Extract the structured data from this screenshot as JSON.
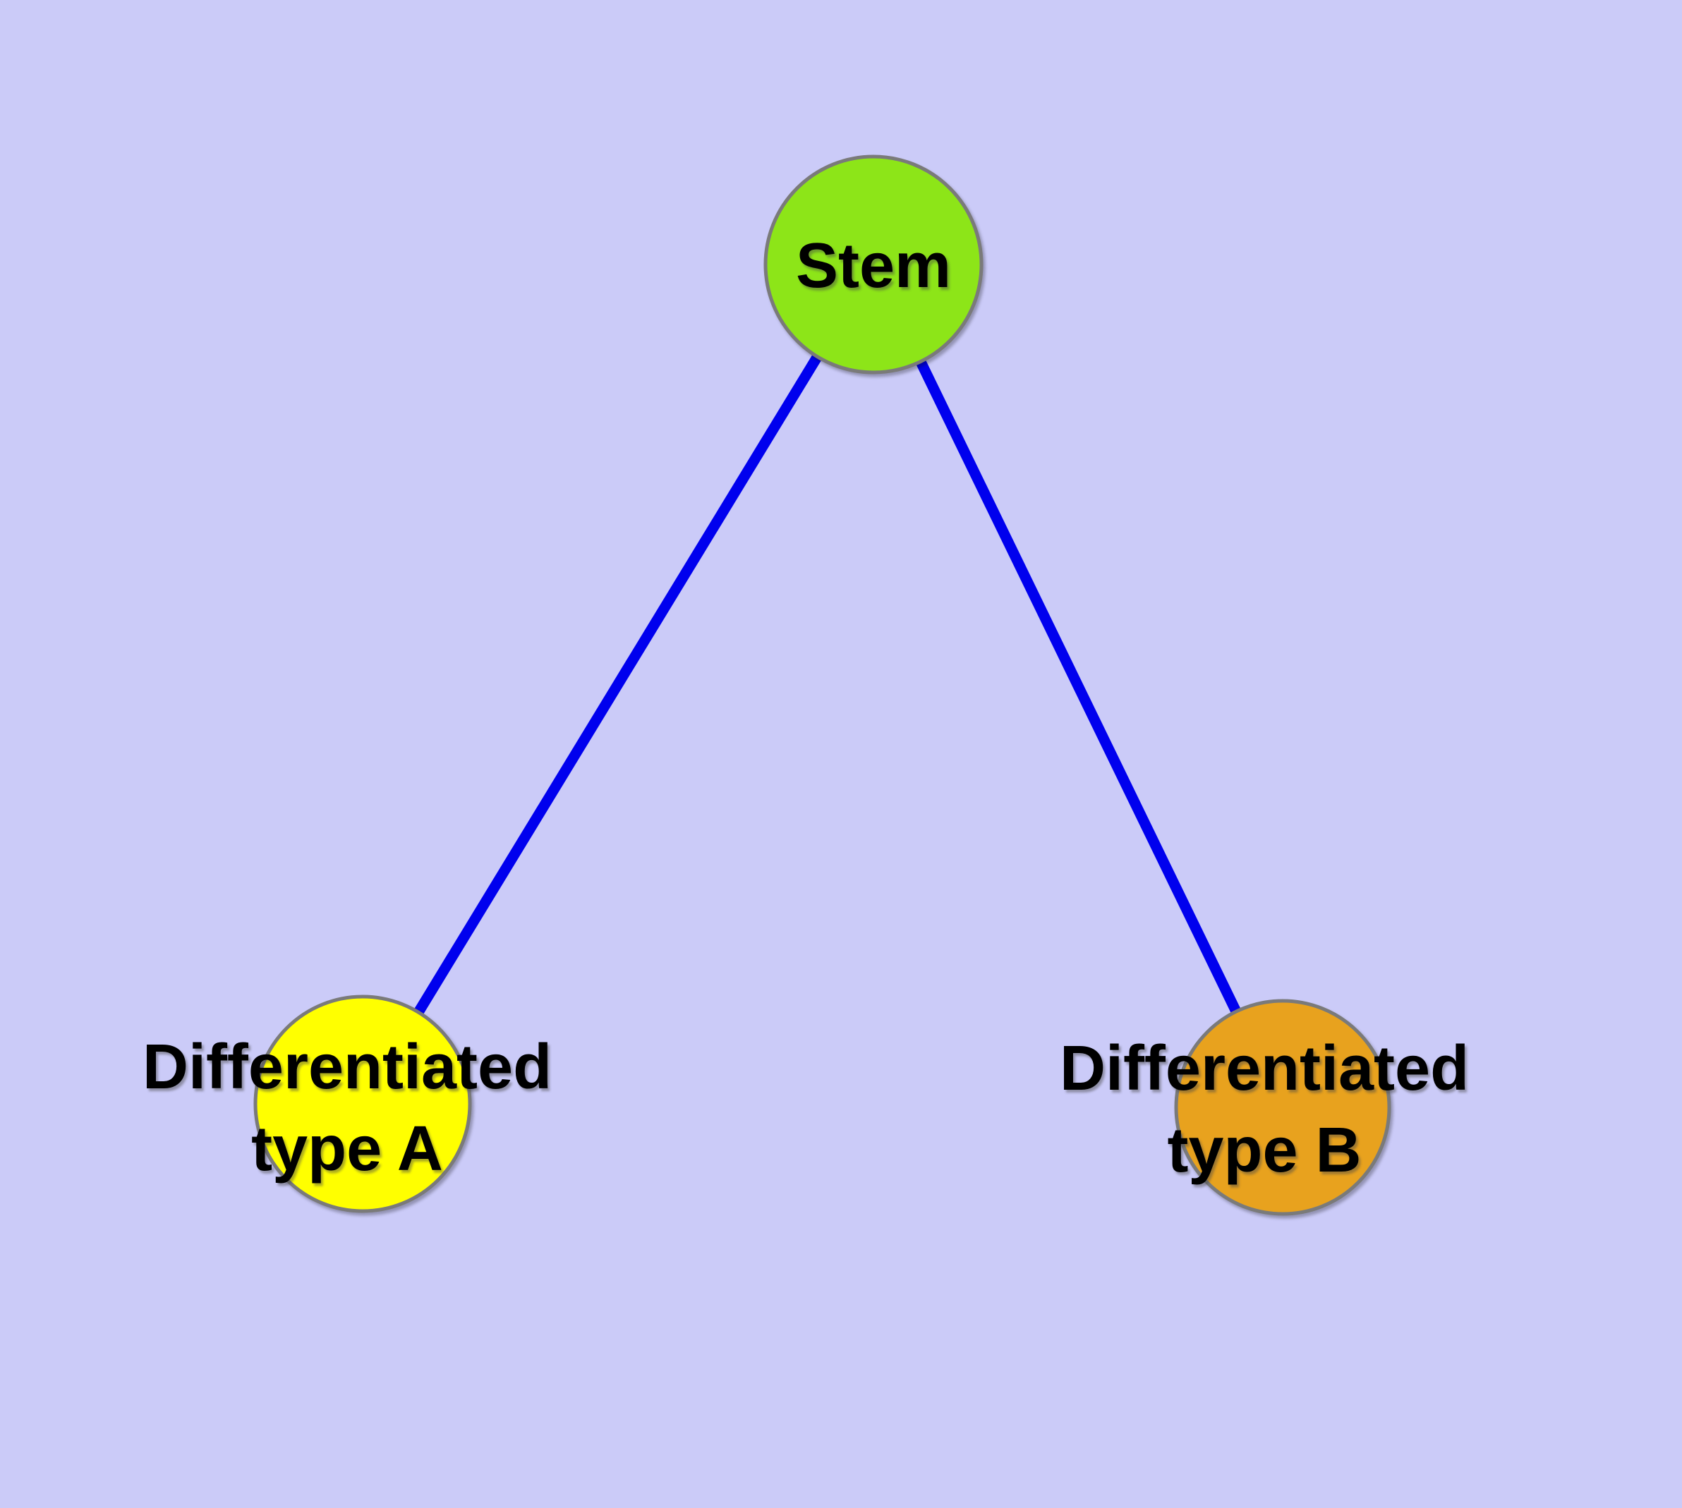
{
  "colors": {
    "background": "#CBCBF8",
    "edge": "#0000EE",
    "node_border": "#7A7A7A",
    "stem_fill": "#8DE518",
    "type_a_fill": "#FFFF00",
    "type_b_fill": "#E8A21E",
    "label_text": "#000000"
  },
  "nodes": {
    "stem": {
      "label": "Stem"
    },
    "type_a": {
      "label_line1": "Differentiated",
      "label_line2": "type A"
    },
    "type_b": {
      "label_line1": "Differentiated",
      "label_line2": "type B"
    }
  },
  "edges": [
    {
      "from": "Stem",
      "to": "Differentiated type A"
    },
    {
      "from": "Stem",
      "to": "Differentiated type B"
    }
  ]
}
